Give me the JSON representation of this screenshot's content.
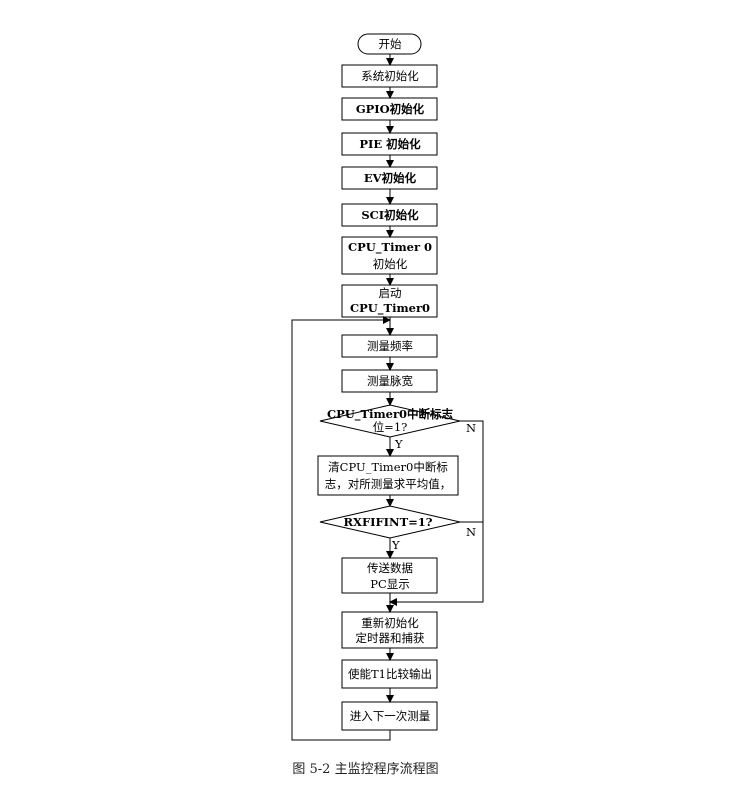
{
  "diagram": {
    "start": "开始",
    "step_system_init": "系统初始化",
    "step_gpio_init": "GPIO初始化",
    "step_pie_init": "PIE 初始化",
    "step_ev_init": "EV初始化",
    "step_sci_init": "SCI初始化",
    "step_timer_init": [
      "CPU_Timer 0",
      "初始化"
    ],
    "step_timer_start": [
      "启动",
      "CPU_Timer0"
    ],
    "step_measure_freq": "测量频率",
    "step_measure_pulse": "测量脉宽",
    "decision_timer_flag": [
      "CPU_Timer0中断标志",
      "位=1?"
    ],
    "step_clear_flag": [
      "清CPU_Timer0中断标",
      "志，对所测量求平均值，"
    ],
    "decision_rxfifo": "RXFIFINT=1?",
    "step_send_data": [
      "传送数据",
      "PC显示"
    ],
    "step_reinit": [
      "重新初始化",
      "定时器和捕获"
    ],
    "step_enable_t1": "使能T1比较输出",
    "step_next_measure": "进入下一次测量",
    "label_yes": "Y",
    "label_no": "N"
  },
  "caption": "图 5-2   主监控程序流程图"
}
